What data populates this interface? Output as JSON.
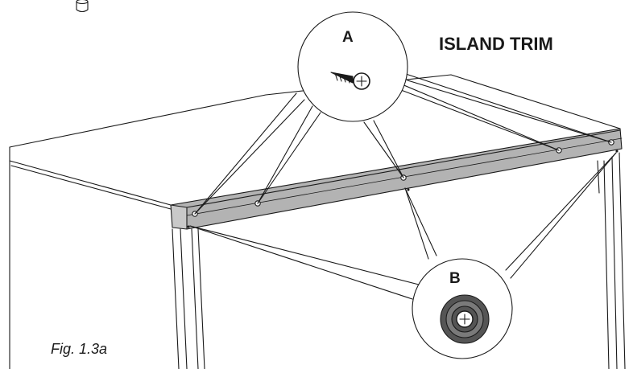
{
  "title": "ISLAND TRIM",
  "callouts": {
    "a": {
      "label": "A",
      "icon": "screw-icon"
    },
    "b": {
      "label": "B",
      "icon": "washer-screw-icon"
    }
  },
  "figure_caption": "Fig. 1.3a",
  "colors": {
    "line": "#1a1a1a",
    "trim_fill": "#b3b3b3",
    "washer_dark": "#555555",
    "washer_mid": "#7a7a7a",
    "background": "#ffffff"
  }
}
